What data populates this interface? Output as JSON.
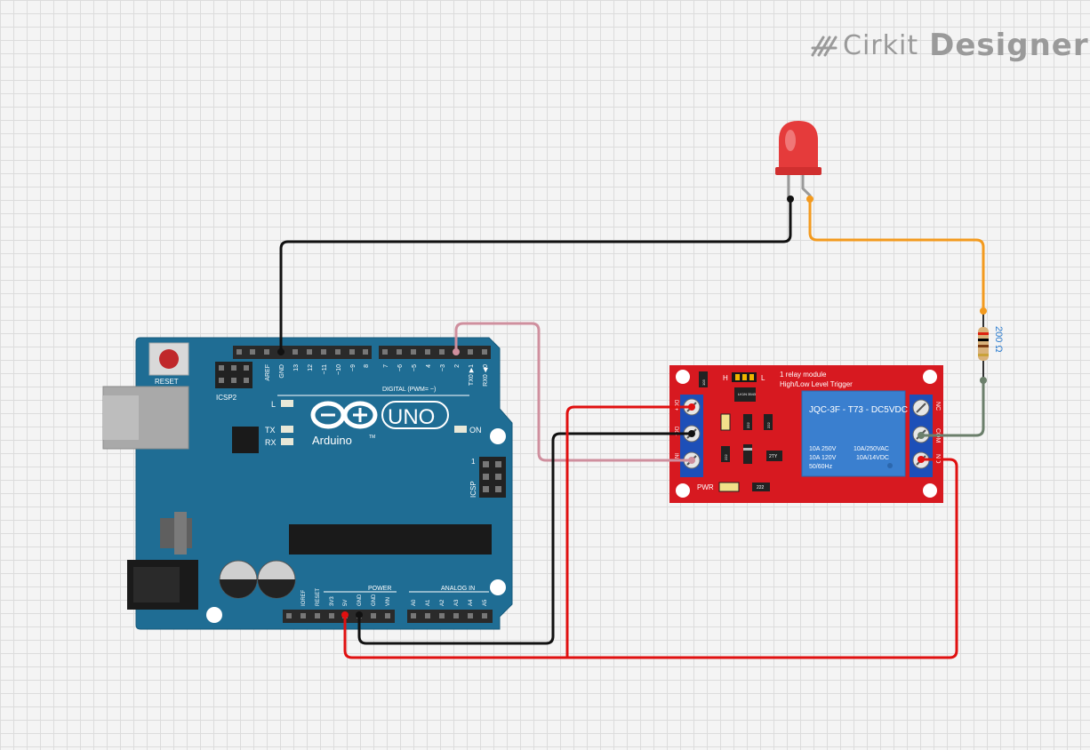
{
  "brand": {
    "word1": "Cirkit",
    "word2": "Designer"
  },
  "arduino": {
    "reset": "RESET",
    "icsp2": "ICSP2",
    "icsp": "ICSP",
    "icsp_pin1": "1",
    "led_l": "L",
    "led_tx": "TX",
    "led_rx": "RX",
    "led_on": "ON",
    "uno": "UNO",
    "brand": "Arduino",
    "tm": "TM",
    "digital_label": "DIGITAL (PWM= ~)",
    "digital_pins": [
      "AREF",
      "GND",
      "13",
      "12",
      "~11",
      "~10",
      "~9",
      "8",
      "7",
      "~6",
      "~5",
      "4",
      "~3",
      "2",
      "TX0 ▶1",
      "RX0 ◀0"
    ],
    "power_label": "POWER",
    "power_pins": [
      "IOREF",
      "RESET",
      "3V3",
      "5V",
      "GND",
      "GND",
      "VIN"
    ],
    "analog_label": "ANALOG IN",
    "analog_pins": [
      "A0",
      "A1",
      "A2",
      "A3",
      "A4",
      "A5"
    ]
  },
  "relay": {
    "title": "1 relay module",
    "subtitle": "High/Low Level Trigger",
    "jumper_h": "H",
    "jumper_l": "L",
    "relay_model": "JQC-3F - T73 - DC5VDC",
    "rating_left": [
      "10A 250V",
      "10A 120V",
      "50/60Hz"
    ],
    "rating_right": [
      "10A/250VAC",
      "10A/14VDC"
    ],
    "pwr": "PWR",
    "in_pins": [
      "DC+",
      "DC-",
      "IN"
    ],
    "out_pins": [
      "NC",
      "COM",
      "NO"
    ],
    "smd_codes": [
      "103",
      "LK1N 3543",
      "222",
      "222",
      "222",
      "2TY",
      "222"
    ]
  },
  "resistor": {
    "value": "200 Ω"
  },
  "colors": {
    "board": "#1f6d94",
    "relay_board": "#d71920",
    "relay_body": "#3a7fcf",
    "wire_black": "#111111",
    "wire_red": "#e01010",
    "wire_orange": "#f39a1e",
    "wire_pink": "#cf8f9e",
    "wire_green": "#6b7f6b"
  }
}
